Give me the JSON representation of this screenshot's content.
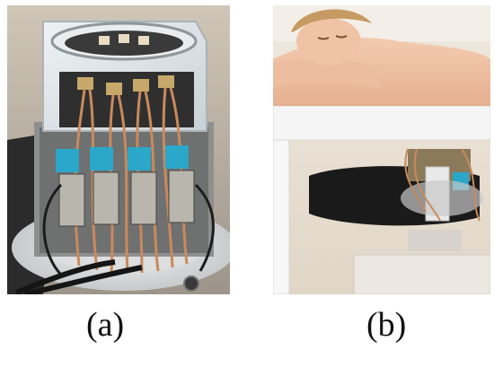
{
  "figure": {
    "panels": [
      {
        "caption": "(a)",
        "photo": "breast-imaging-antenna-array-photo"
      },
      {
        "caption": "(b)",
        "photo": "patient-prone-on-scanner-table-photo"
      }
    ]
  },
  "colors": {
    "background": "#ffffff",
    "caption_text": "#111111",
    "module_blue": "#2aa7c9",
    "copper_cable": "#c98a5c",
    "table_pad": "#2f6db5"
  }
}
